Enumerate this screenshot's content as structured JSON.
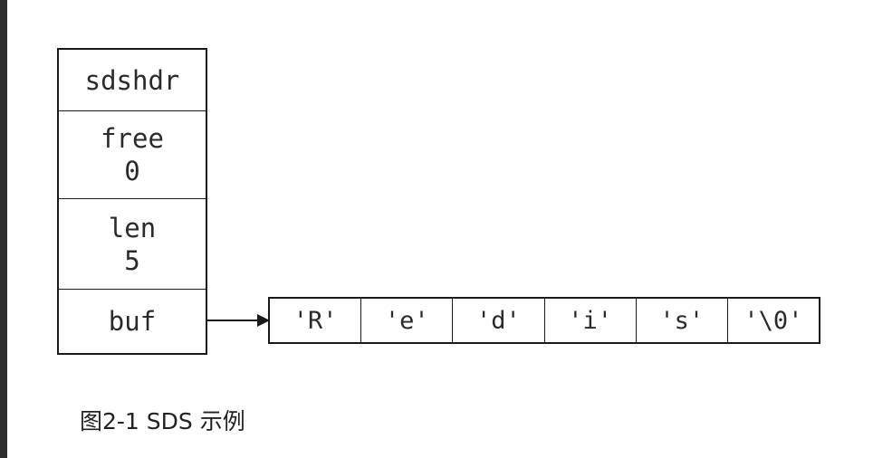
{
  "sdshdr": {
    "title": "sdshdr",
    "free_label": "free",
    "free_value": "0",
    "len_label": "len",
    "len_value": "5",
    "buf_label": "buf"
  },
  "buf_array": [
    "'R'",
    "'e'",
    "'d'",
    "'i'",
    "'s'",
    "'\\0'"
  ],
  "caption": "图2-1 SDS 示例"
}
